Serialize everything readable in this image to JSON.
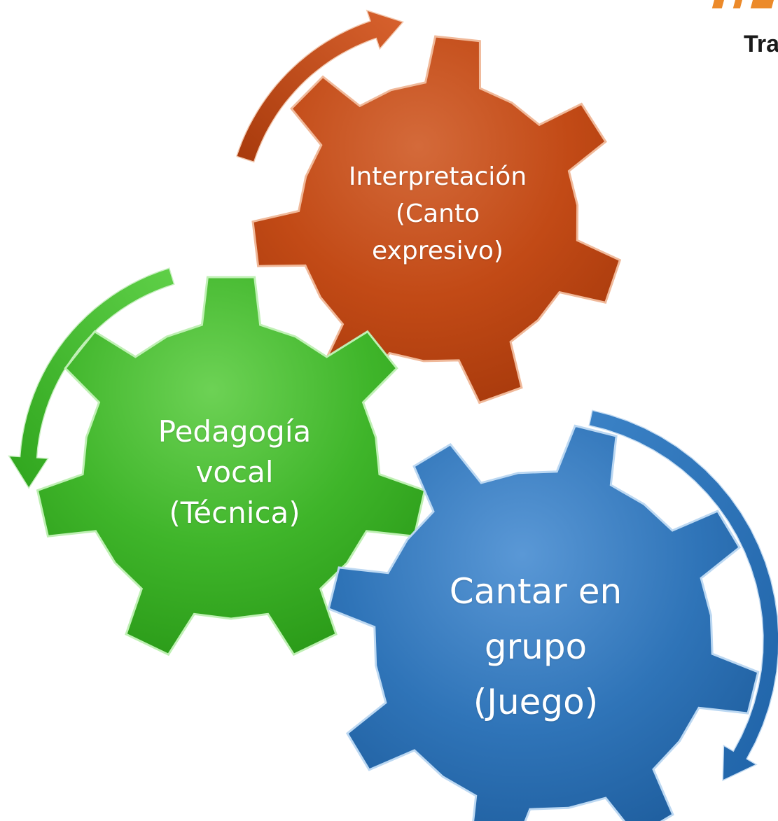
{
  "header": {
    "fragment_text": "Tra"
  },
  "colors": {
    "orange": "#c24a16",
    "green": "#3fb52a",
    "blue": "#2f74b8",
    "logo_orange": "#ec8a2a"
  },
  "gears": [
    {
      "id": "orange",
      "lines": [
        "Interpretación",
        "(Canto",
        "expresivo)"
      ],
      "icon": "gear-icon"
    },
    {
      "id": "green",
      "lines": [
        "Pedagogía",
        "vocal",
        "(Técnica)"
      ],
      "icon": "gear-icon"
    },
    {
      "id": "blue",
      "lines": [
        "Cantar en",
        "grupo",
        "(Juego)"
      ],
      "icon": "gear-icon"
    }
  ],
  "arrows": [
    {
      "id": "orange-arrow",
      "icon": "curved-arrow-icon"
    },
    {
      "id": "green-arrow",
      "icon": "curved-arrow-icon"
    },
    {
      "id": "blue-arrow",
      "icon": "curved-arrow-icon"
    }
  ]
}
